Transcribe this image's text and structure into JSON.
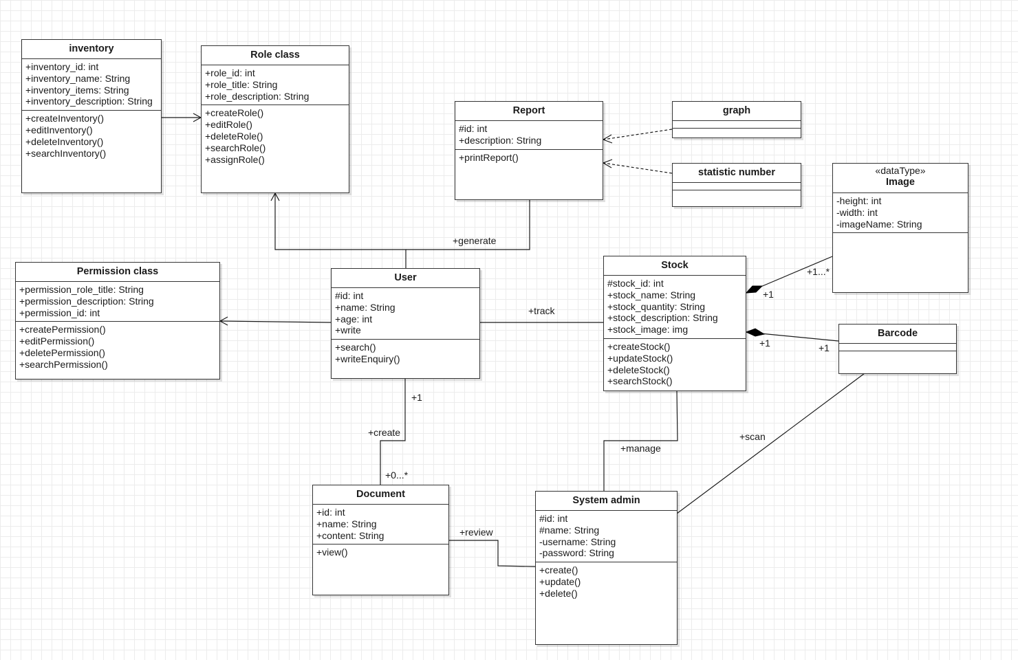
{
  "classes": {
    "inventory": {
      "name": "inventory",
      "attributes": [
        "+inventory_id: int",
        "+inventory_name: String",
        "+inventory_items: String",
        "+inventory_description: String"
      ],
      "operations": [
        "+createInventory()",
        "+editInventory()",
        "+deleteInventory()",
        "+searchInventory()"
      ]
    },
    "role": {
      "name": "Role class",
      "attributes": [
        "+role_id: int",
        "+role_title: String",
        "+role_description: String"
      ],
      "operations": [
        "+createRole()",
        "+editRole()",
        "+deleteRole()",
        "+searchRole()",
        "+assignRole()"
      ]
    },
    "report": {
      "name": "Report",
      "attributes": [
        "#id: int",
        "+description: String"
      ],
      "operations": [
        "+printReport()"
      ]
    },
    "graph": {
      "name": "graph",
      "attributes": [],
      "operations": []
    },
    "statistic": {
      "name": "statistic number",
      "attributes": [],
      "operations": []
    },
    "image": {
      "stereotype": "«dataType»",
      "name": "Image",
      "attributes": [
        "-height: int",
        "-width: int",
        "-imageName: String"
      ],
      "operations": []
    },
    "permission": {
      "name": "Permission class",
      "attributes": [
        "+permission_role_title: String",
        "+permission_description: String",
        "+permission_id: int"
      ],
      "operations": [
        "+createPermission()",
        "+editPermission()",
        "+deletePermission()",
        "+searchPermission()"
      ]
    },
    "user": {
      "name": "User",
      "attributes": [
        "#id: int",
        "+name: String",
        "+age: int",
        "+write"
      ],
      "operations": [
        "+search()",
        "+writeEnquiry()"
      ]
    },
    "stock": {
      "name": "Stock",
      "attributes": [
        "#stock_id: int",
        "+stock_name: String",
        "+stock_quantity: String",
        "+stock_description: String",
        "+stock_image: img"
      ],
      "operations": [
        "+createStock()",
        "+updateStock()",
        "+deleteStock()",
        "+searchStock()"
      ]
    },
    "barcode": {
      "name": "Barcode",
      "attributes": [],
      "operations": []
    },
    "document": {
      "name": "Document",
      "attributes": [
        "+id: int",
        "+name: String",
        "+content: String"
      ],
      "operations": [
        "+view()"
      ]
    },
    "sysadmin": {
      "name": "System admin",
      "attributes": [
        "#id: int",
        "#name: String",
        "-username: String",
        "-password: String"
      ],
      "operations": [
        "+create()",
        "+update()",
        "+delete()"
      ]
    }
  },
  "labels": {
    "generate": "+generate",
    "track": "+track",
    "create": "+create",
    "create_mult_user": "+1",
    "create_mult_doc": "+0...*",
    "review": "+review",
    "manage": "+manage",
    "scan": "+scan",
    "image_mult": "+1...*",
    "image_stock_mult": "+1",
    "barcode_stock_mult": "+1",
    "barcode_mult": "+1"
  }
}
